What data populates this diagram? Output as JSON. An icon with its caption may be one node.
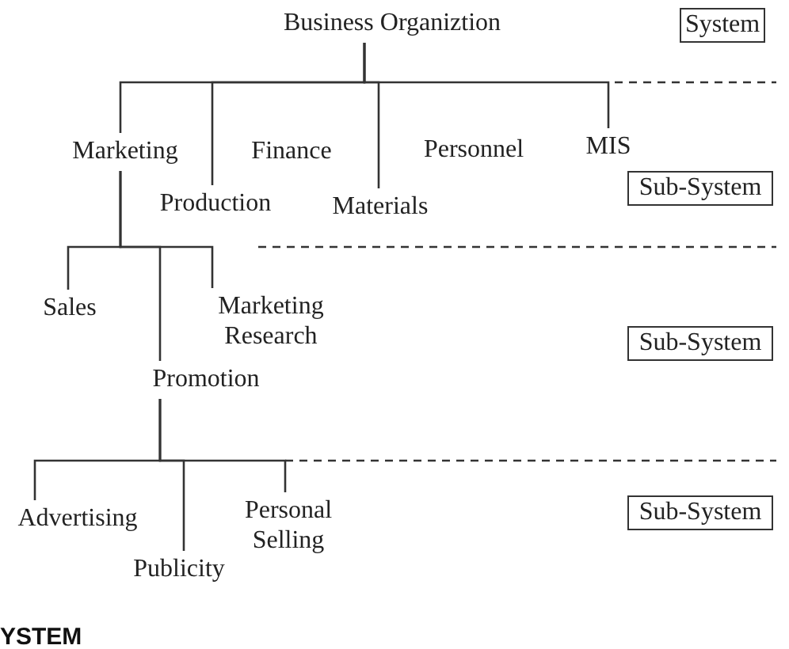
{
  "diagram": {
    "nodes": [
      {
        "text": [
          "Business Organiztion"
        ]
      },
      {
        "text": [
          "Marketing"
        ]
      },
      {
        "text": [
          "Finance"
        ]
      },
      {
        "text": [
          "Personnel"
        ]
      },
      {
        "text": [
          "MIS"
        ]
      },
      {
        "text": [
          "Production"
        ]
      },
      {
        "text": [
          "Materials"
        ]
      },
      {
        "text": [
          "Sales"
        ]
      },
      {
        "text": [
          "Marketing Research"
        ]
      },
      {
        "text": [
          "Promotion"
        ]
      },
      {
        "text": [
          "Advertising"
        ]
      },
      {
        "text": [
          "Personal Selling"
        ]
      },
      {
        "text": [
          "Publicity"
        ]
      },
      {
        "text": [
          "System"
        ]
      },
      {
        "text": [
          "Sub-System"
        ]
      },
      {
        "text": [
          "Sub-System"
        ]
      },
      {
        "text": [
          "Sub-System"
        ]
      }
    ],
    "edges": [
      {
        "from": 0,
        "to": 1,
        "arrow": "none"
      },
      {
        "from": 0,
        "to": 5,
        "arrow": "none"
      },
      {
        "from": 0,
        "to": 6,
        "arrow": "none"
      },
      {
        "from": 0,
        "to": 4,
        "arrow": "none"
      },
      {
        "from": 1,
        "to": 7,
        "arrow": "none"
      },
      {
        "from": 1,
        "to": 9,
        "arrow": "none"
      },
      {
        "from": 1,
        "to": 8,
        "arrow": "none"
      },
      {
        "from": 9,
        "to": 10,
        "arrow": "none"
      },
      {
        "from": 9,
        "to": 12,
        "arrow": "none"
      },
      {
        "from": 9,
        "to": 11,
        "arrow": "none"
      }
    ],
    "labels": [
      "YSTEM"
    ]
  }
}
